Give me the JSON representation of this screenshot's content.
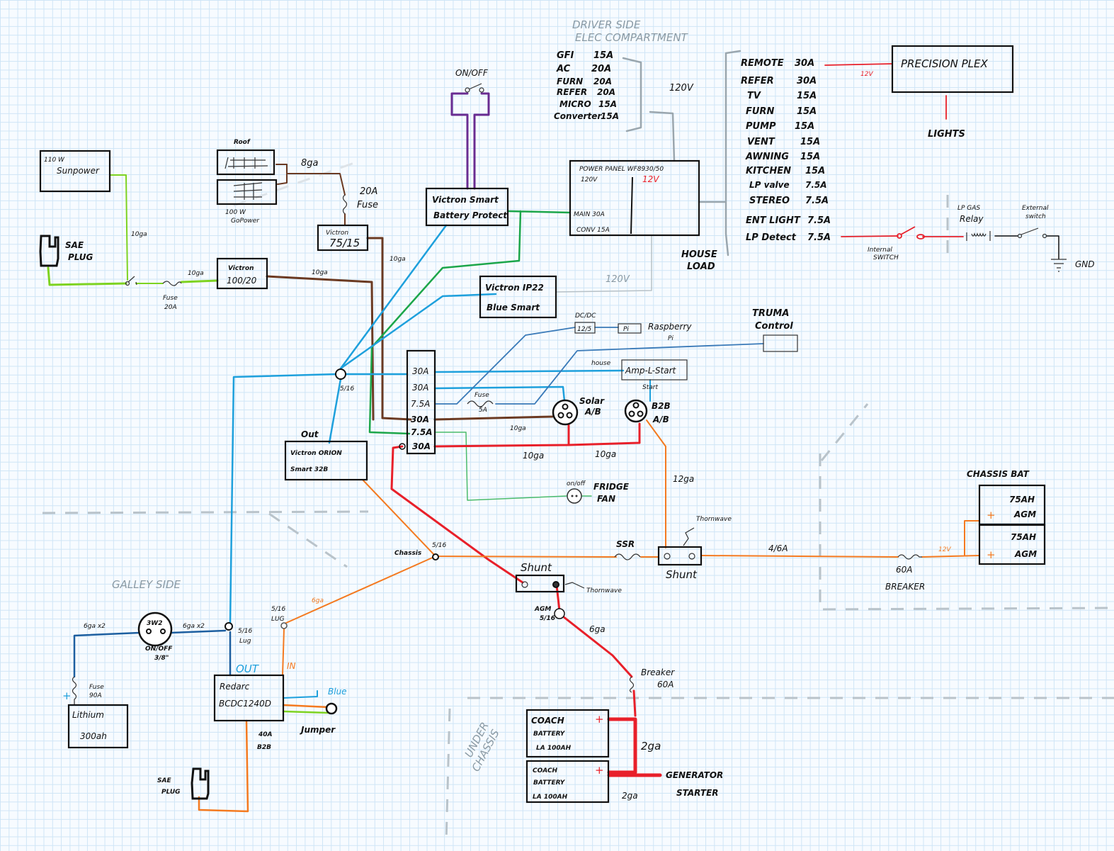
{
  "colors": {
    "blue": "#1ea0dc",
    "dark_blue": "#1d5fa0",
    "brown": "#6b3a22",
    "green": "#1ca64a",
    "light_green": "#7ed321",
    "red": "#e8202a",
    "orange": "#f47a20",
    "purple": "#6a2c91",
    "gray": "#8a9aa4"
  },
  "regions": {
    "driver_side_1": "DRIVER SIDE",
    "driver_side_2": "ELEC COMPARTMENT",
    "galley_side": "GALLEY SIDE",
    "under_1": "UNDER",
    "under_2": "CHASSIS",
    "house_load_1": "HOUSE",
    "house_load_2": "LOAD"
  },
  "ac_breakers": [
    {
      "name": "GFI",
      "rating": "15A"
    },
    {
      "name": "AC",
      "rating": "20A"
    },
    {
      "name": "FURN",
      "rating": "20A"
    },
    {
      "name": "REFER",
      "rating": "20A"
    },
    {
      "name": "MICRO",
      "rating": "15A"
    },
    {
      "name": "Converter",
      "rating": "15A"
    }
  ],
  "dc_fuses": [
    {
      "name": "REMOTE",
      "rating": "30A"
    },
    {
      "name": "REFER",
      "rating": "30A"
    },
    {
      "name": "TV",
      "rating": "15A"
    },
    {
      "name": "FURN",
      "rating": "15A"
    },
    {
      "name": "PUMP",
      "rating": "15A"
    },
    {
      "name": "VENT",
      "rating": "15A"
    },
    {
      "name": "AWNING",
      "rating": "15A"
    },
    {
      "name": "KITCHEN",
      "rating": "15A"
    },
    {
      "name": "LP valve",
      "rating": "7.5A"
    },
    {
      "name": "STEREO",
      "rating": "7.5A"
    },
    {
      "name": "ENT LIGHT",
      "rating": "7.5A"
    },
    {
      "name": "LP Detect",
      "rating": "7.5A"
    }
  ],
  "fuse_block": [
    "30A",
    "30A",
    "7.5A",
    "30A",
    "7.5A",
    "30A"
  ],
  "components": {
    "sunpower": [
      "110 W",
      "Sunpower"
    ],
    "sae_plug_top": [
      "SAE",
      "PLUG"
    ],
    "roof": "Roof",
    "gopower": [
      "100 W",
      "GoPower"
    ],
    "fuse_20a": [
      "20A",
      "Fuse"
    ],
    "victron_7515": [
      "Victron",
      "75/15"
    ],
    "victron_10020": [
      "Victron",
      "100/20"
    ],
    "fuse_left": [
      "Fuse",
      "20A"
    ],
    "on_off": "ON/OFF",
    "battery_protect": [
      "Victron Smart",
      "Battery Protect"
    ],
    "power_panel": {
      "title": "POWER PANEL WF8930/50",
      "ac": "120V",
      "dc": "12V",
      "main": "MAIN 30A",
      "conv": "CONV 15A"
    },
    "precision_plex": "PRECISION PLEX",
    "lights": "LIGHTS",
    "ip22": [
      "Victron IP22",
      "Blue Smart"
    ],
    "dcdc": {
      "label": "DC/DC",
      "box": "12/5"
    },
    "pi": {
      "box": "Pi",
      "label_1": "Raspberry",
      "label_2": "Pi"
    },
    "truma": [
      "TRUMA",
      "Control"
    ],
    "amp_l_start": "Amp-L-Start",
    "house": "house",
    "start": "Start",
    "fuse_5a": [
      "Fuse",
      "5A"
    ],
    "solar_ab": [
      "Solar",
      "A/B"
    ],
    "b2b_ab": [
      "B2B",
      "A/B"
    ],
    "fridge_fan": {
      "switch": "on/off",
      "l1": "FRIDGE",
      "l2": "FAN"
    },
    "orion": {
      "out": "Out",
      "l1": "Victron ORION",
      "l2": "Smart 32B"
    },
    "node_516": "5/16",
    "chassis": "Chassis",
    "chassis_516": "5/16",
    "ssr": "SSR",
    "shunt_right": "Shunt",
    "thornwave_right": "Thornwave",
    "shunt_mid": "Shunt",
    "thornwave_mid": "Thornwave",
    "agm_516": [
      "AGM",
      "5/16"
    ],
    "breaker_60a": [
      "Breaker",
      "60A"
    ],
    "chassis_bat": "CHASSIS BAT",
    "agm_1": [
      "75AH",
      "AGM"
    ],
    "agm_2": [
      "75AH",
      "AGM"
    ],
    "breaker_right": [
      "60A",
      "BREAKER"
    ],
    "coach_1": [
      "COACH",
      "BATTERY",
      "LA 100AH"
    ],
    "coach_2": [
      "COACH",
      "BATTERY",
      "LA 100AH"
    ],
    "generator": [
      "GENERATOR",
      "STARTER"
    ],
    "lithium": [
      "Lithium",
      "300ah"
    ],
    "fuse_90a": [
      "Fuse",
      "90A"
    ],
    "switch_3w2": {
      "top": "3W2",
      "l1": "ON/OFF",
      "l2": "3/8\""
    },
    "lug_left": [
      "5/16",
      "Lug"
    ],
    "lug_right": [
      "5/16",
      "LUG"
    ],
    "redarc": {
      "out": "OUT",
      "in": "IN",
      "l1": "Redarc",
      "l2": "BCDC1240D",
      "blue": "Blue",
      "jumper": "Jumper",
      "b2b_1": "40A",
      "b2b_2": "B2B"
    },
    "sae_plug_bottom": [
      "SAE",
      "PLUG"
    ],
    "lp_gas_relay": [
      "LP GAS",
      "Relay"
    ],
    "external_switch": [
      "External",
      "switch"
    ],
    "internal_switch": [
      "Internal",
      "SWITCH"
    ],
    "gnd": "GND",
    "plus": "+"
  },
  "wire_labels": {
    "green_10ga": "10ga",
    "fuse_10ga": "10ga",
    "brown_8ga": "8ga",
    "brown_10ga_a": "10ga",
    "brown_10ga_b": "10ga",
    "ac_120v_top": "120V",
    "ac_120v_low": "120V",
    "dc_12v_plex": "12V",
    "brown_10ga_c": "10ga",
    "red_10ga_a": "10ga",
    "red_10ga_b": "10ga",
    "orange_12ga": "12ga",
    "orange_4ga": "4/6A",
    "orange_12v": "12V",
    "orange_6ga": "6ga",
    "red_6ga": "6ga",
    "red_2ga_a": "2ga",
    "red_2ga_b": "2ga",
    "blue_6gax2_a": "6ga x2",
    "blue_6gax2_b": "6ga x2"
  }
}
